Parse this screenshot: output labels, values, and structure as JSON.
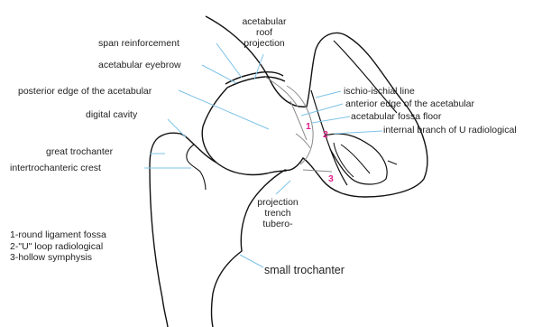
{
  "labels": {
    "acetabular_roof_projection_1": "acetabular",
    "acetabular_roof_projection_2": "roof",
    "acetabular_roof_projection_3": "projection",
    "span_reinforcement": "span reinforcement",
    "acetabular_eyebrow": "acetabular eyebrow",
    "posterior_edge": "posterior edge of the acetabular",
    "ischio_ischial_line": "ischio-ischial line",
    "anterior_edge": "anterior edge of the acetabular",
    "acetabular_fossa_floor": "acetabular fossa floor",
    "internal_branch": "internal branch of U radiological",
    "digital_cavity": "digital cavity",
    "great_trochanter": "great trochanter",
    "intertrochanteric_crest": "intertrochanteric crest",
    "projection_trench_1": "projection",
    "projection_trench_2": "trench",
    "projection_trench_3": "tubero-",
    "small_trochanter": "small trochanter"
  },
  "markers": {
    "one": "1",
    "two": "2",
    "three": "3"
  },
  "legend": [
    "1-round ligament fossa",
    "2-\"U\" loop radiological",
    "3-hollow symphysis"
  ],
  "colors": {
    "outline": "#111111",
    "leader": "#7ec3e6",
    "marker": "#e0218a",
    "inner": "#8a8a8a"
  }
}
